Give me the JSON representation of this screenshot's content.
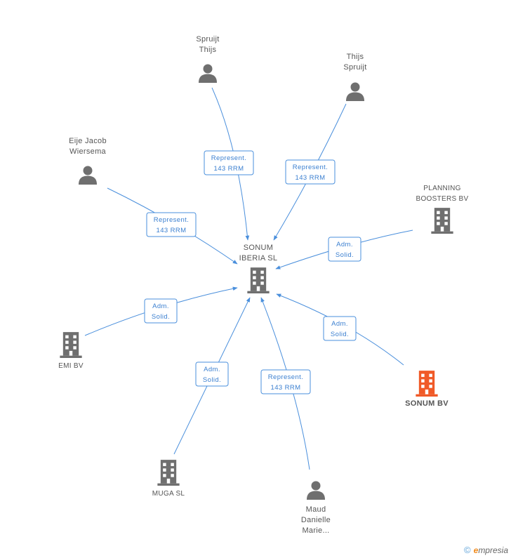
{
  "colors": {
    "edge": "#4a8fdc",
    "edge_text": "#3a7fd0",
    "node_gray": "#6f6f6f",
    "focus": "#f05a28",
    "label": "#555555"
  },
  "center": {
    "label_lines": [
      "SONUM",
      "IBERIA  SL"
    ],
    "icon": "building-icon"
  },
  "nodes": [
    {
      "id": "spruijt-thijs",
      "type": "person",
      "icon": "person-icon",
      "label_lines": [
        "Spruijt",
        "Thijs"
      ]
    },
    {
      "id": "thijs-spruijt",
      "type": "person",
      "icon": "person-icon",
      "label_lines": [
        "Thijs",
        "Spruijt"
      ]
    },
    {
      "id": "eije-jacob",
      "type": "person",
      "icon": "person-icon",
      "label_lines": [
        "Eije Jacob",
        "Wiersema"
      ]
    },
    {
      "id": "planning-boosters",
      "type": "company",
      "icon": "building-icon",
      "label_lines": [
        "PLANNING",
        "BOOSTERS BV"
      ]
    },
    {
      "id": "emi-bv",
      "type": "company",
      "icon": "building-icon",
      "label_lines": [
        "EMI BV"
      ]
    },
    {
      "id": "sonum-bv",
      "type": "company",
      "icon": "building-icon",
      "focus": true,
      "label_lines": [
        "SONUM BV"
      ]
    },
    {
      "id": "muga-sl",
      "type": "company",
      "icon": "building-icon",
      "label_lines": [
        "MUGA SL"
      ]
    },
    {
      "id": "maud",
      "type": "person",
      "icon": "person-icon",
      "label_lines": [
        "Maud",
        "Danielle",
        "Marie..."
      ]
    }
  ],
  "edges": [
    {
      "from": "spruijt-thijs",
      "label_lines": [
        "Represent.",
        "143 RRM"
      ]
    },
    {
      "from": "thijs-spruijt",
      "label_lines": [
        "Represent.",
        "143 RRM"
      ]
    },
    {
      "from": "eije-jacob",
      "label_lines": [
        "Represent.",
        "143 RRM"
      ]
    },
    {
      "from": "planning-boosters",
      "label_lines": [
        "Adm.",
        "Solid."
      ]
    },
    {
      "from": "emi-bv",
      "label_lines": [
        "Adm.",
        "Solid."
      ]
    },
    {
      "from": "sonum-bv",
      "label_lines": [
        "Adm.",
        "Solid."
      ]
    },
    {
      "from": "muga-sl",
      "label_lines": [
        "Adm.",
        "Solid."
      ]
    },
    {
      "from": "maud",
      "label_lines": [
        "Represent.",
        "143 RRM"
      ]
    }
  ],
  "footer": {
    "copyright": "©",
    "brand_first": "e",
    "brand_rest": "mpresia"
  }
}
